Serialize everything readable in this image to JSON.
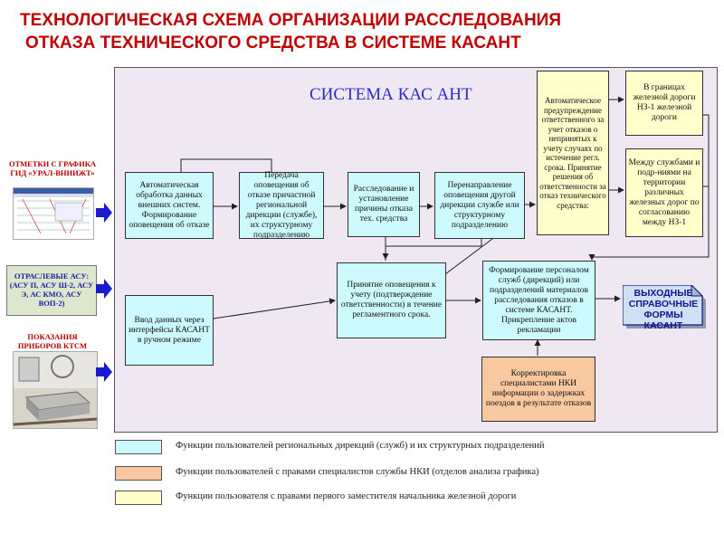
{
  "title": {
    "line1": "ТЕХНОЛОГИЧЕСКАЯ СХЕМА ОРГАНИЗАЦИИ РАССЛЕДОВАНИЯ",
    "line2": "ОТКАЗА ТЕХНИЧЕСКОГО СРЕДСТВА В СИСТЕМЕ КАСАНТ"
  },
  "system_title": "СИСТЕМА КАС АНТ",
  "sources": {
    "gid": "ОТМЕТКИ С ГРАФИКА ГИД «УРАЛ-ВНИИЖТ»",
    "asu": "ОТРАСЛЕВЫЕ АСУ: (АСУ П, АСУ Ш-2, АСУ Э, АС КМО, АСУ ВОП-2)",
    "ktsm": "ПОКАЗАНИЯ ПРИБОРОВ КТСМ"
  },
  "boxes": {
    "auto_processing": "Автоматическая обработка данных внешних систем. Формирование оповещения об отказе",
    "transfer_alert": "Передача оповещения об отказе причастной региональной дирекции (службе), их структурному подразделению",
    "investigation": "Расследование и установление причины отказа тех. средства",
    "redirect": "Перенаправление оповещения другой дирекции службе или структурному подразделению",
    "auto_warning": "Автоматическое предупреждение ответственного за учет отказов о непринятых к учету случаях по истечение регл. срока. Принятие решения об ответственности за отказ технического средства:",
    "within_road": "В границах железной дороги НЗ-1 железной дороги",
    "between_services": "Между службами и подр-ниями на территории различных железных дорог по согласованию между НЗ-1",
    "manual_input": "Ввод данных через интерфейсы КАСАНТ в ручном режиме",
    "acceptance": "Принятие оповещения к учету (подтверждение ответственности) в течение регламентного срока.",
    "personal_forms": "Формирование персоналом служб (дирекций) или подразделений материалов расследования отказов в системе КАСАНТ. Прикрепление актов рекламации",
    "correction": "Корректировка специалистами НКИ информации о задержках поездов в результате отказов"
  },
  "output": "ВЫХОДНЫЕ СПРАВОЧНЫЕ ФОРМЫ КАСАНТ",
  "legend": [
    {
      "color": "#cdfaff",
      "text": "Функции пользователей региональных дирекций (служб) и их структурных подразделений"
    },
    {
      "color": "#f8c8a0",
      "text": "Функции пользователей с правами специалистов  службы НКИ (отделов анализа графика)"
    },
    {
      "color": "#ffffcc",
      "text": "Функции пользователя с правами первого заместителя начальника железной дороги"
    }
  ],
  "colors": {
    "title": "#c00000",
    "system_title": "#2b2bc8",
    "arrow_in": "#1a1ad0",
    "frame_bg": "#efe8f2"
  }
}
